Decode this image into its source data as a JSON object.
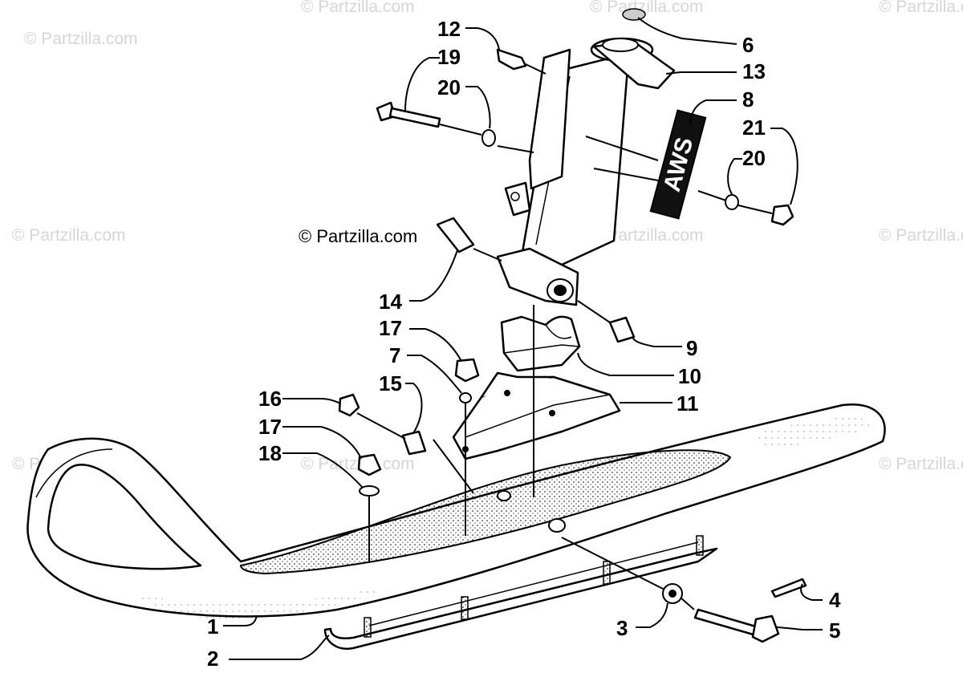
{
  "watermark": {
    "text": "© Partzilla.com",
    "copyright": "© Partzilla.com"
  },
  "logo": {
    "text": "AWS"
  },
  "callouts": [
    {
      "id": "c1",
      "label": "1"
    },
    {
      "id": "c2",
      "label": "2"
    },
    {
      "id": "c3",
      "label": "3"
    },
    {
      "id": "c4",
      "label": "4"
    },
    {
      "id": "c5",
      "label": "5"
    },
    {
      "id": "c6",
      "label": "6"
    },
    {
      "id": "c7",
      "label": "7"
    },
    {
      "id": "c8",
      "label": "8"
    },
    {
      "id": "c9",
      "label": "9"
    },
    {
      "id": "c10",
      "label": "10"
    },
    {
      "id": "c11",
      "label": "11"
    },
    {
      "id": "c12",
      "label": "12"
    },
    {
      "id": "c13",
      "label": "13"
    },
    {
      "id": "c14",
      "label": "14"
    },
    {
      "id": "c15",
      "label": "15"
    },
    {
      "id": "c16",
      "label": "16"
    },
    {
      "id": "c17a",
      "label": "17"
    },
    {
      "id": "c17b",
      "label": "17"
    },
    {
      "id": "c18",
      "label": "18"
    },
    {
      "id": "c19",
      "label": "19"
    },
    {
      "id": "c20a",
      "label": "20"
    },
    {
      "id": "c20b",
      "label": "20"
    },
    {
      "id": "c21",
      "label": "21"
    }
  ]
}
